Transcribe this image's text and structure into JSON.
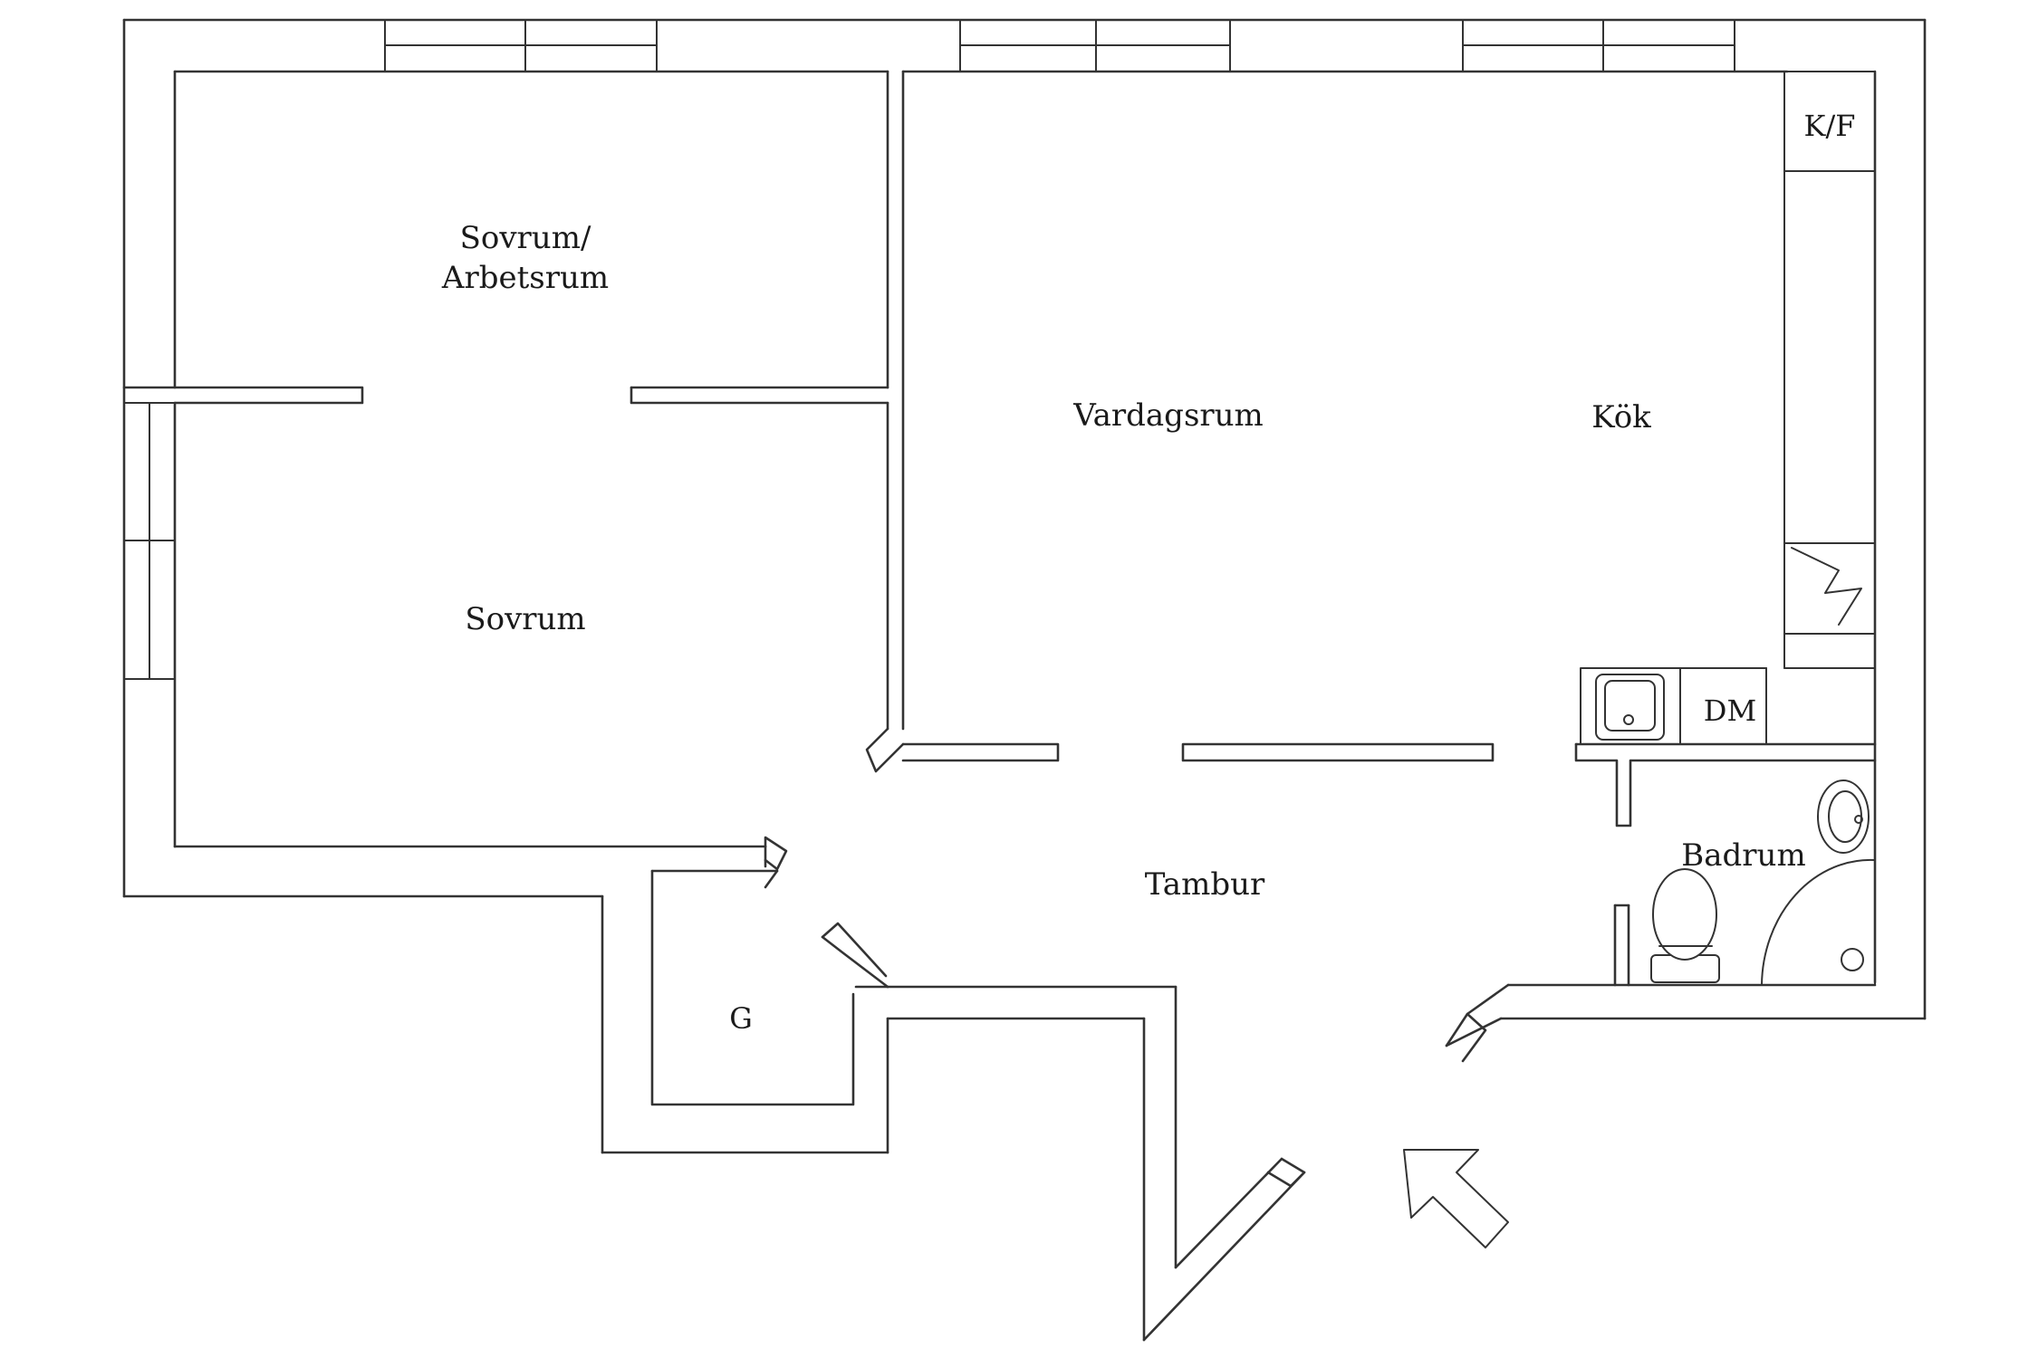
{
  "plan": {
    "colors": {
      "line": "#333333",
      "background": "#ffffff",
      "text": "#1a1a1a"
    },
    "rooms": {
      "bedroom_study_line1": "Sovrum/",
      "bedroom_study_line2": "Arbetsrum",
      "bedroom": "Sovrum",
      "living_room": "Vardagsrum",
      "kitchen": "Kök",
      "fridge_freezer": "K/F",
      "dishwasher": "DM",
      "bathroom": "Badrum",
      "hallway": "Tambur",
      "wardrobe": "G"
    },
    "icons": [
      "entrance-arrow-icon",
      "toilet-icon",
      "washbasin-icon",
      "kitchen-sink-icon",
      "floor-drain-icon",
      "shower-arc-icon",
      "chimney-icon"
    ]
  }
}
